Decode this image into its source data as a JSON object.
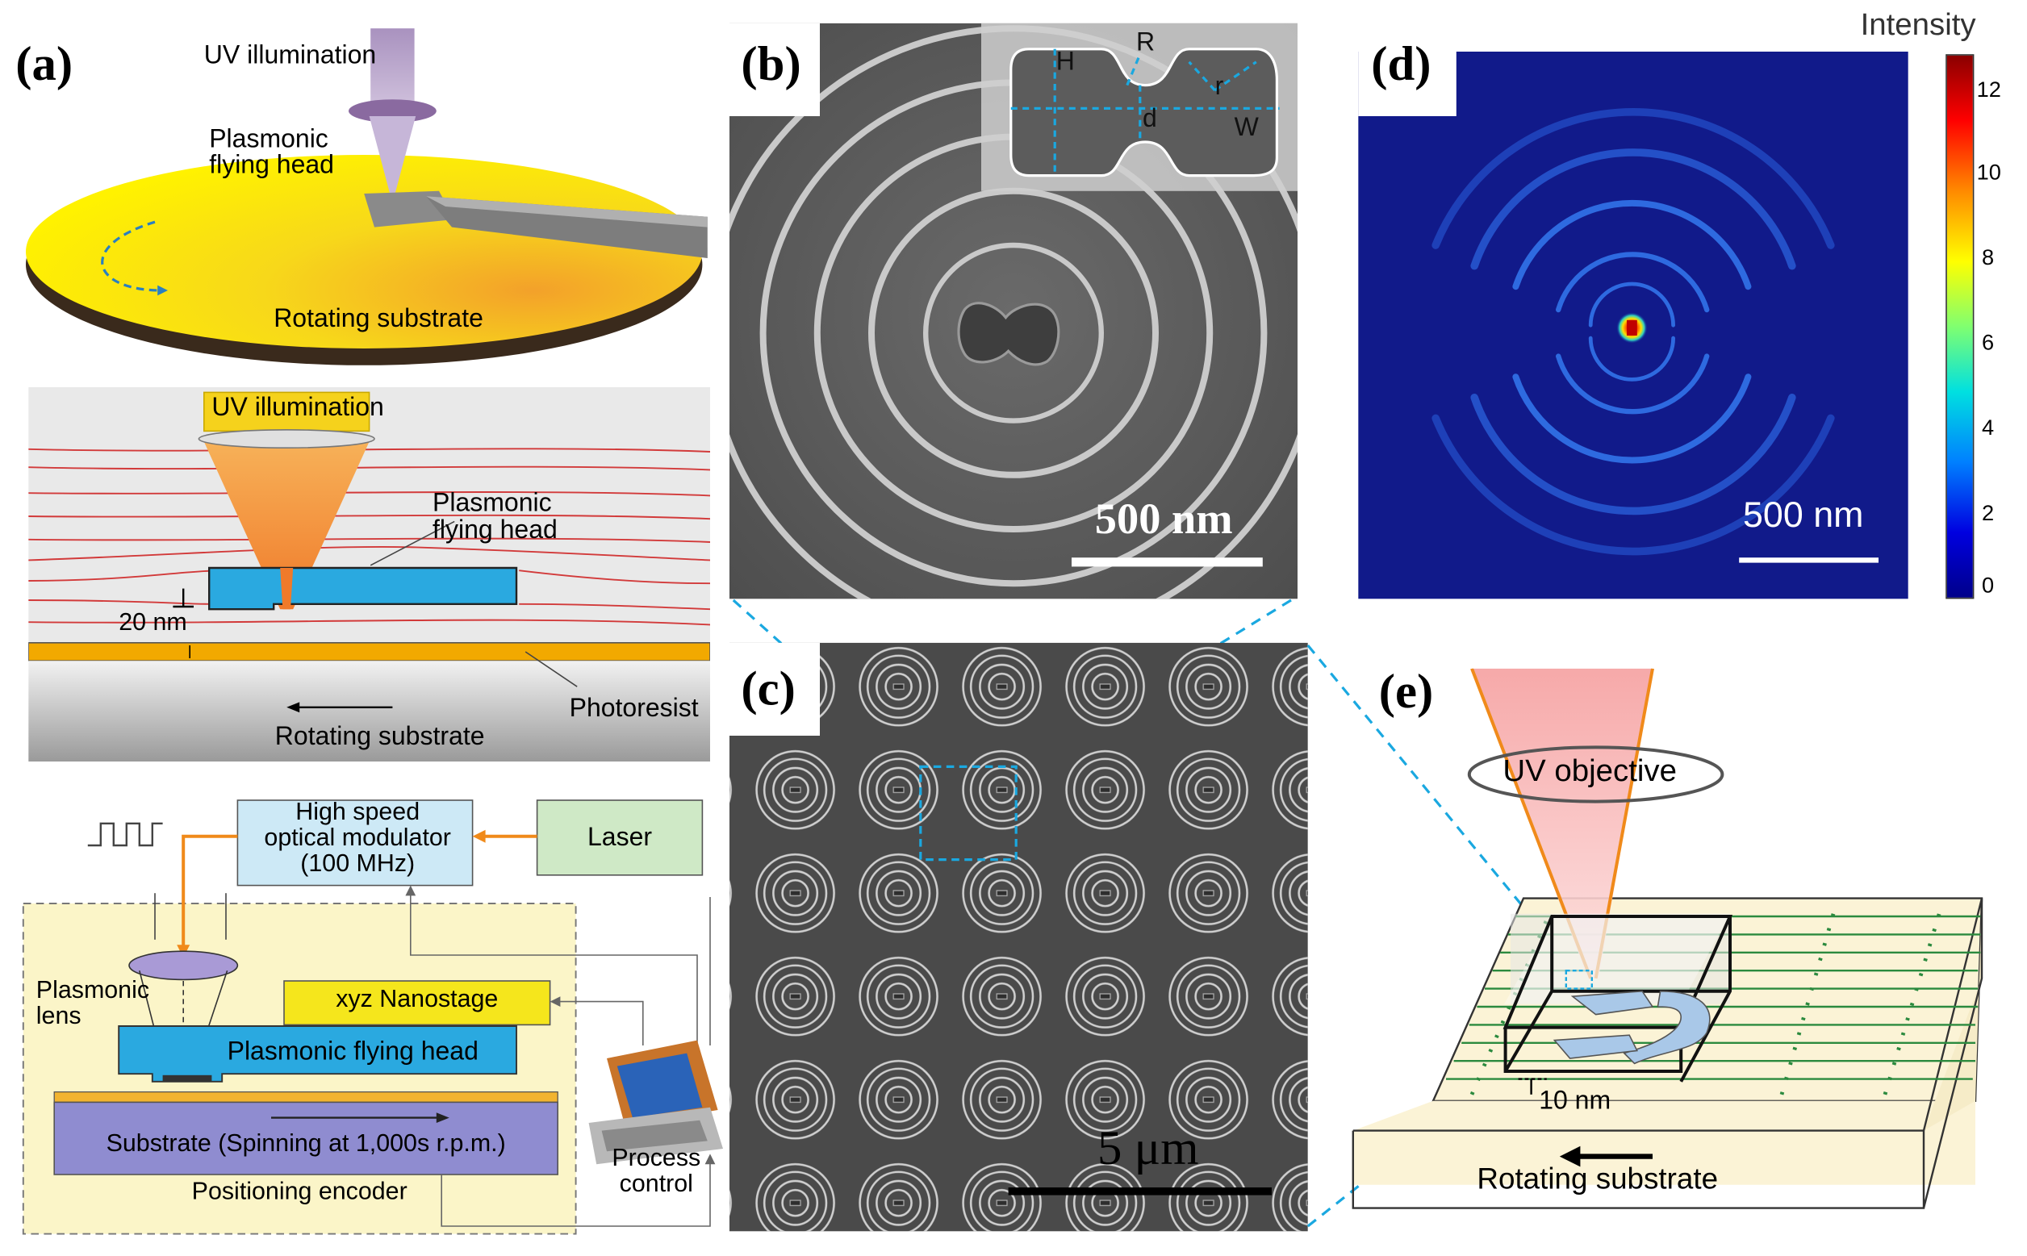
{
  "panels": {
    "a": {
      "tag": "(a)"
    },
    "b": {
      "tag": "(b)"
    },
    "c": {
      "tag": "(c)"
    },
    "d": {
      "tag": "(d)"
    },
    "e": {
      "tag": "(e)"
    }
  },
  "panel_a": {
    "top": {
      "uv_label": "UV illumination",
      "head_label_1": "Plasmonic",
      "head_label_2": "flying head",
      "substrate_label": "Rotating substrate"
    },
    "middle": {
      "uv_label": "UV illumination",
      "head_label_1": "Plasmonic",
      "head_label_2": "flying head",
      "gap_label": "20 nm",
      "photoresist_label": "Photoresist",
      "substrate_label": "Rotating substrate"
    },
    "bottom": {
      "modulator_1": "High speed",
      "modulator_2": "optical modulator",
      "modulator_3": "(100 MHz)",
      "laser": "Laser",
      "nanostage": "xyz Nanostage",
      "lens_1": "Plasmonic",
      "lens_2": "lens",
      "flying_head": "Plasmonic flying head",
      "substrate": "Substrate (Spinning at 1,000s r.p.m.)",
      "encoder": "Positioning encoder",
      "process_1": "Process",
      "process_2": "control"
    }
  },
  "panel_b": {
    "scale_bar": "500 nm",
    "inset_labels": {
      "H": "H",
      "R": "R",
      "d": "d",
      "r": "r",
      "W": "W"
    }
  },
  "panel_c": {
    "scale_bar": "5 μm"
  },
  "panel_d": {
    "scale_bar": "500 nm",
    "colorbar_title": "Intensity",
    "colorbar_ticks": [
      "12",
      "10",
      "8",
      "6",
      "4",
      "2",
      "0"
    ]
  },
  "panel_e": {
    "objective": "UV objective",
    "gap": "10 nm",
    "substrate": "Rotating substrate"
  }
}
